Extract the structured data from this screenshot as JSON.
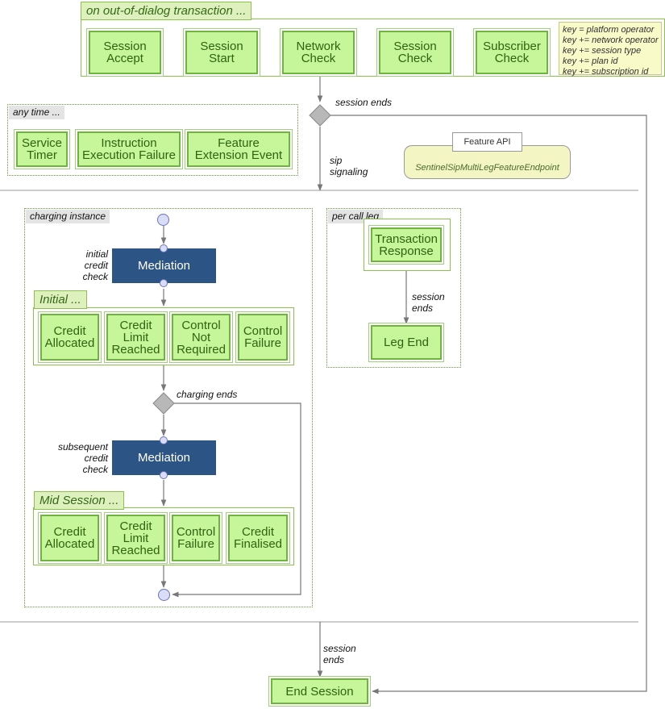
{
  "transaction": {
    "tag": "on out-of-dialog transaction ...",
    "steps": [
      "Session\nAccept",
      "Session\nStart",
      "Network\nCheck",
      "Session\nCheck",
      "Subscriber\nCheck"
    ],
    "keys": [
      "key = platform operator",
      "key += network operator",
      "key += session type",
      "key += plan id",
      "key += subscription id"
    ]
  },
  "anytime": {
    "tag": "any time ...",
    "boxes": [
      "Service\nTimer",
      "Instruction\nExecution Failure",
      "Feature\nExtension Event"
    ]
  },
  "flow": {
    "session_ends_top": "session ends",
    "sip_signaling": "sip\nsignaling",
    "session_ends_bottom": "session\nends",
    "end_session": "End Session"
  },
  "feature_api": {
    "tag": "Feature API",
    "endpoint": "SentinelSipMultiLegFeatureEndpoint"
  },
  "charging": {
    "tag": "charging\ninstance",
    "initial_check_label": "initial\ncredit\ncheck",
    "mediation": "Mediation",
    "initial_tag": "Initial ...",
    "initial_boxes": [
      "Credit\nAllocated",
      "Credit\nLimit\nReached",
      "Control\nNot\nRequired",
      "Control\nFailure"
    ],
    "charging_ends": "charging ends",
    "subsequent_check_label": "subsequent\ncredit\ncheck",
    "mid_tag": "Mid Session ...",
    "mid_boxes": [
      "Credit\nAllocated",
      "Credit\nLimit\nReached",
      "Control\nFailure",
      "Credit\nFinalised"
    ]
  },
  "per_call_leg": {
    "tag": "per\ncall\nleg",
    "transaction_response": "Transaction\nResponse",
    "session_ends": "session\nends",
    "leg_end": "Leg End"
  }
}
